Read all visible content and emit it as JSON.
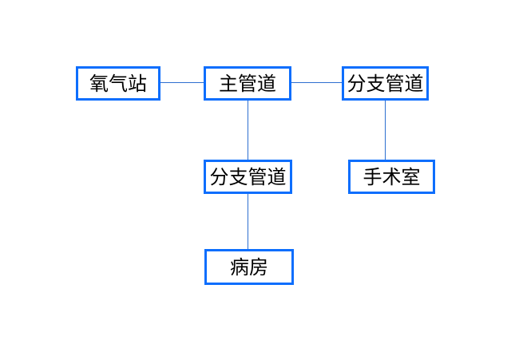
{
  "page": {
    "background_color": "#ffffff"
  },
  "diagram": {
    "type": "flowchart",
    "box_border_color": "#0d6efd",
    "connector_color": "#2e6fd0",
    "text_color": "#000000",
    "nodes": [
      {
        "id": "oxygen-station",
        "label": "氧气站"
      },
      {
        "id": "main-pipeline",
        "label": "主管道"
      },
      {
        "id": "branch-pipeline-right",
        "label": "分支管道"
      },
      {
        "id": "branch-pipeline-center",
        "label": "分支管道"
      },
      {
        "id": "operating-room",
        "label": "手术室"
      },
      {
        "id": "ward",
        "label": "病房"
      }
    ],
    "edges": [
      {
        "from": "oxygen-station",
        "to": "main-pipeline"
      },
      {
        "from": "main-pipeline",
        "to": "branch-pipeline-right"
      },
      {
        "from": "main-pipeline",
        "to": "branch-pipeline-center"
      },
      {
        "from": "branch-pipeline-right",
        "to": "operating-room"
      },
      {
        "from": "branch-pipeline-center",
        "to": "ward"
      }
    ]
  }
}
